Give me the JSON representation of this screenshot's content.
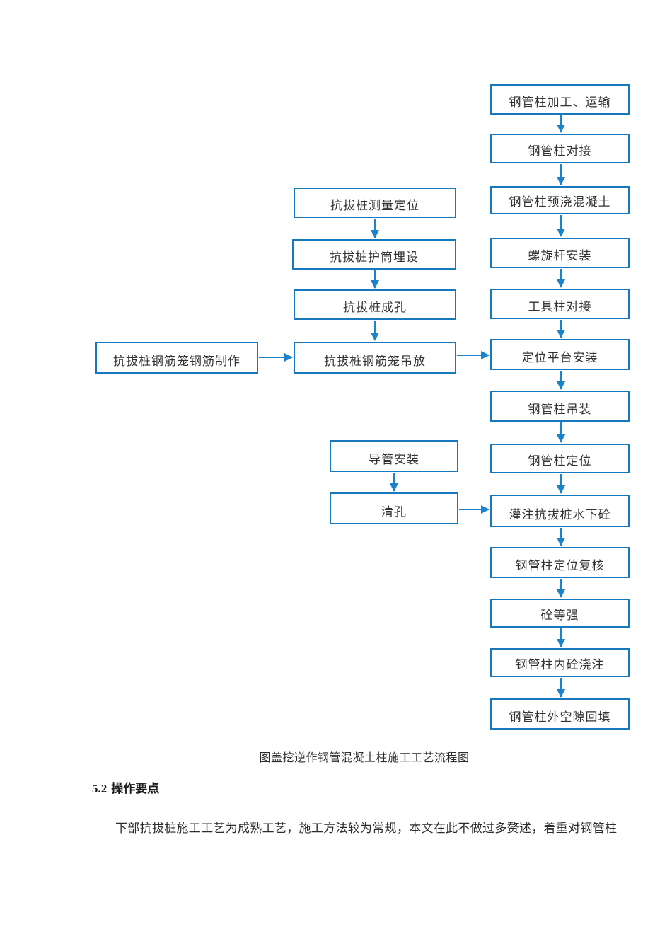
{
  "flowchart": {
    "nodes": [
      {
        "id": "uplift-pile-rebar-cage-fabrication",
        "label": "抗拔桩钢筋笼钢筋制作"
      },
      {
        "id": "uplift-pile-survey-positioning",
        "label": "抗拔桩测量定位"
      },
      {
        "id": "uplift-pile-casing-embedding",
        "label": "抗拔桩护筒埋设"
      },
      {
        "id": "uplift-pile-hole-forming",
        "label": "抗拔桩成孔"
      },
      {
        "id": "uplift-pile-rebar-cage-lowering",
        "label": "抗拔桩钢筋笼吊放"
      },
      {
        "id": "conduit-installation",
        "label": "导管安装"
      },
      {
        "id": "hole-cleaning",
        "label": "清孔"
      },
      {
        "id": "steel-column-fabrication-transport",
        "label": "钢管柱加工、运输"
      },
      {
        "id": "steel-column-butt-joint",
        "label": "钢管柱对接"
      },
      {
        "id": "steel-column-precast-concrete",
        "label": "钢管柱预浇混凝土"
      },
      {
        "id": "screw-rod-installation",
        "label": "螺旋杆安装"
      },
      {
        "id": "tool-column-butt-joint",
        "label": "工具柱对接"
      },
      {
        "id": "positioning-platform-installation",
        "label": "定位平台安装"
      },
      {
        "id": "steel-column-hoisting",
        "label": "钢管柱吊装"
      },
      {
        "id": "steel-column-positioning",
        "label": "钢管柱定位"
      },
      {
        "id": "underwater-concrete-pouring",
        "label": "灌注抗拔桩水下砼"
      },
      {
        "id": "steel-column-position-recheck",
        "label": "钢管柱定位复核"
      },
      {
        "id": "concrete-strength-curing",
        "label": "砼等强"
      },
      {
        "id": "steel-column-inner-concrete-pour",
        "label": "钢管柱内砼浇注"
      },
      {
        "id": "steel-column-outer-gap-backfill",
        "label": "钢管柱外空隙回填"
      }
    ]
  },
  "caption": "图盖挖逆作钢管混凝土柱施工工艺流程图",
  "section": {
    "heading_number": "5.2",
    "heading_text": "操作要点"
  },
  "paragraph": "下部抗拔桩施工工艺为成熟工艺，施工方法较为常规，本文在此不做过多赘述，着重对钢管柱",
  "colors": {
    "box_border": "#1878be",
    "arrow": "#1b82cc",
    "text": "#333333"
  }
}
